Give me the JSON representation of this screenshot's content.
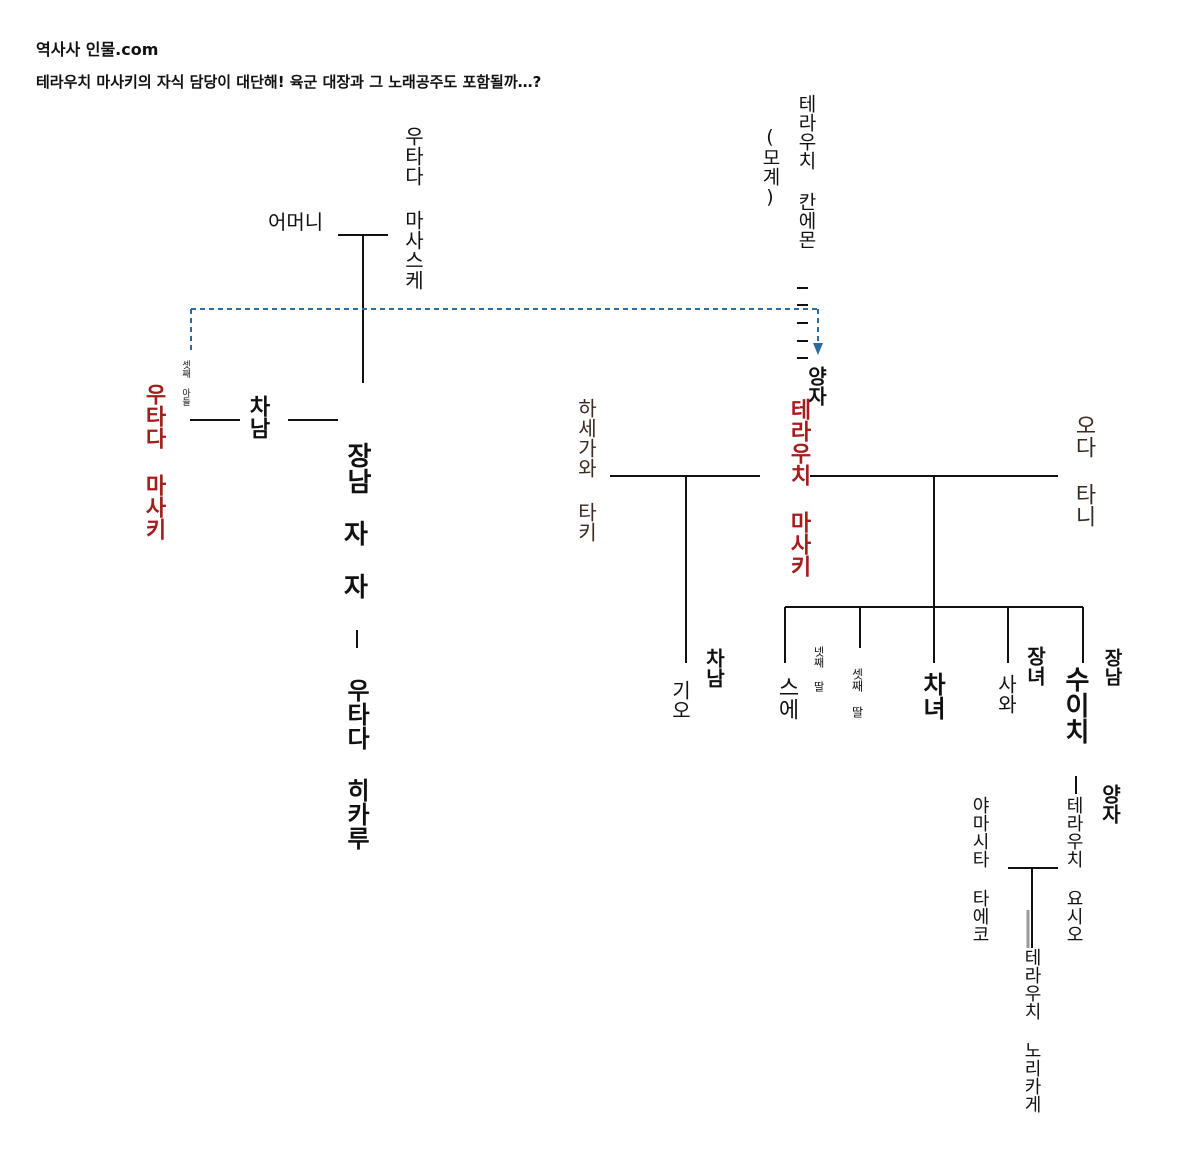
{
  "header": {
    "site": "역사사 인물.com",
    "headline": "테라우치 마사키의 자식 담당이 대단해! 육군 대장과 그 노래공주도 포함될까…?"
  },
  "people": {
    "utada_masasuke": "우타다 마사스케",
    "mother": "어머니",
    "utada_masaki": "우타다 마사키",
    "third_son_small": "셋째 아들",
    "second_son_left": "차남",
    "eldest_son_left": "장남",
    "ja1": "자",
    "ja2": "자",
    "utada_hikaru": "우타다 히카루",
    "kanemon": "테라우치 칸에몬",
    "stepfather": "(모계)",
    "adopted": "양자",
    "terauchi_masaki": "테라우치 마사키",
    "hasegawa_taki": "하세가와 타키",
    "oda_tani": "오다 타니",
    "second_son_right": "차남",
    "kio": "기오",
    "sue": "스에",
    "fourth_daughter": "넷째 딸",
    "third_daughter": "셋째 딸",
    "second_daughter": "차녀",
    "sawa": "사와",
    "eldest_daughter": "장녀",
    "suichi": "수이치",
    "eldest_son_right": "장남",
    "adopted2": "양자",
    "yoshio": "테라우치 요시오",
    "yamashita_taeko": "야마시타 타에코",
    "norikage": "테라우치 노리카게"
  },
  "colors": {
    "highlight": "#a51c1c",
    "arrow": "#2a6b9c",
    "line": "#111111"
  }
}
